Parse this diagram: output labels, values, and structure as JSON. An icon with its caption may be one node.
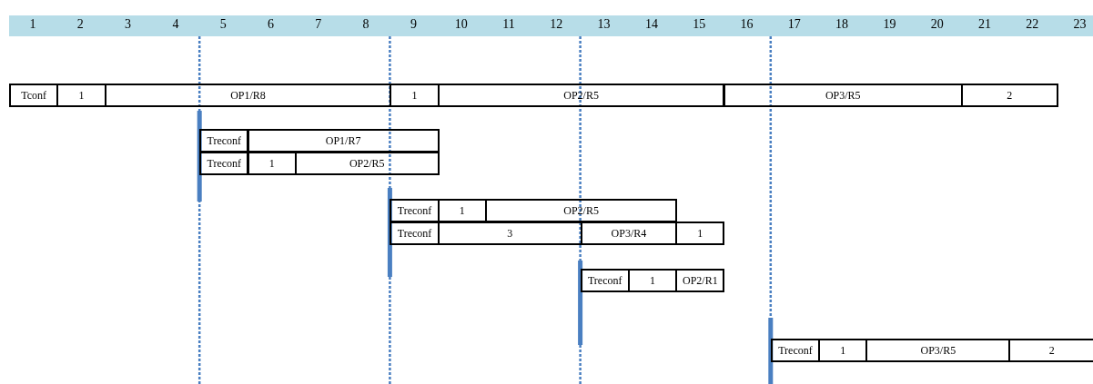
{
  "diagram": {
    "nodes": [
      {
        "text": [
          "Tconf"
        ]
      },
      {
        "text": [
          "1"
        ]
      },
      {
        "text": [
          "OP1/R8"
        ]
      },
      {
        "text": [
          "1"
        ]
      },
      {
        "text": [
          "OP2/R5"
        ]
      },
      {
        "text": [
          "OP3/R5"
        ]
      },
      {
        "text": [
          "2"
        ]
      },
      {
        "text": [
          "Treconf"
        ]
      },
      {
        "text": [
          "OP1/R7"
        ]
      },
      {
        "text": [
          "Treconf"
        ]
      },
      {
        "text": [
          "1"
        ]
      },
      {
        "text": [
          "OP2/R5"
        ]
      },
      {
        "text": [
          "Treconf"
        ]
      },
      {
        "text": [
          "1"
        ]
      },
      {
        "text": [
          "OP2/R5"
        ]
      },
      {
        "text": [
          "Treconf"
        ]
      },
      {
        "text": [
          "3"
        ]
      },
      {
        "text": [
          "OP3/R4"
        ]
      },
      {
        "text": [
          "1"
        ]
      },
      {
        "text": [
          "Treconf"
        ]
      },
      {
        "text": [
          "1"
        ]
      },
      {
        "text": [
          "OP2/R1"
        ]
      },
      {
        "text": [
          "Treconf"
        ]
      },
      {
        "text": [
          "1"
        ]
      },
      {
        "text": [
          "OP3/R5"
        ]
      },
      {
        "text": [
          "2"
        ]
      }
    ],
    "edges": [],
    "labels": [
      "1",
      "2",
      "3",
      "4",
      "5",
      "6",
      "7",
      "8",
      "9",
      "10",
      "11",
      "12",
      "13",
      "14",
      "15",
      "16",
      "17",
      "18",
      "19",
      "20",
      "21",
      "22",
      "23"
    ]
  }
}
